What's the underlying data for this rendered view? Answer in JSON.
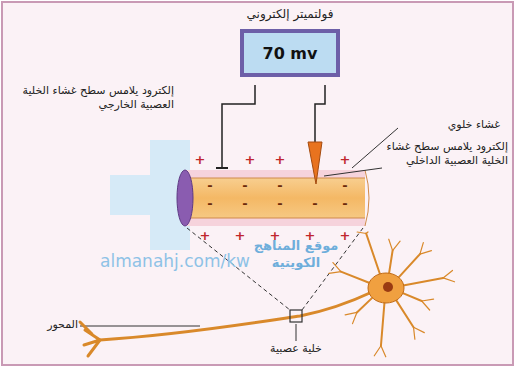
{
  "diagram": {
    "nodes": [
      {
        "text": [
          "فولتميتر إلكتروني",
          "70 mv"
        ]
      }
    ],
    "labels": [
      "إلكترود يلامس سطح غشاء الخلية العصبية الخارجي",
      "غشاء خلوي",
      "إلكترود يلامس سطح غشاء الخلية العصبية الداخلي",
      "المحور",
      "خلية عصبية",
      "موقع المناهج الكويتية",
      "almanahj.com/kw",
      "+",
      "+",
      "+",
      "+",
      "-",
      "-",
      "-",
      "-",
      "-",
      "-",
      "-",
      "-",
      "-",
      "+",
      "+",
      "+",
      "+",
      "+"
    ]
  }
}
